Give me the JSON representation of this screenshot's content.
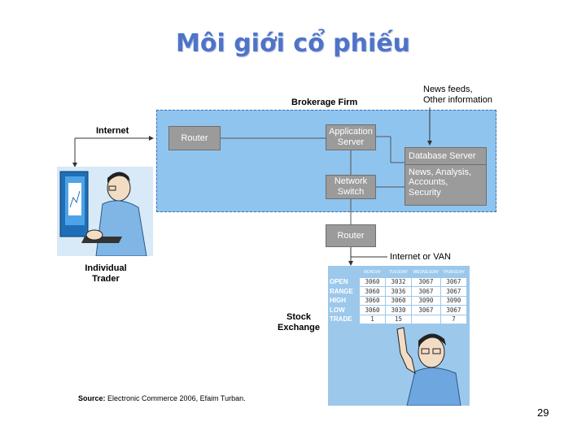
{
  "title": "Môi giới cổ phiếu",
  "diagram": {
    "brokerage_firm": "Brokerage Firm",
    "internet": "Internet",
    "news_feeds": [
      "News feeds,",
      "Other information"
    ],
    "router_top": "Router",
    "app_server": [
      "Application",
      "Server"
    ],
    "network_switch": [
      "Network",
      "Switch"
    ],
    "database_server": {
      "header": "Database Server",
      "lines": [
        "News, Analysis,",
        "Accounts,",
        "Security"
      ]
    },
    "router_bottom": "Router",
    "internet_or_van": "Internet or VAN",
    "individual_trader": [
      "Individual",
      "Trader"
    ],
    "stock_exchange": [
      "Stock",
      "Exchange"
    ],
    "quote_board": {
      "headers": [
        "MONDAY",
        "TUESDAY",
        "WEDNESDAY",
        "THURSDAY"
      ],
      "rows": [
        {
          "label": "OPEN",
          "values": [
            "3060",
            "3032",
            "3067",
            "3067"
          ]
        },
        {
          "label": "RANGE",
          "values": [
            "3060",
            "3036",
            "3067",
            "3067"
          ]
        },
        {
          "label": "HIGH",
          "values": [
            "3060",
            "3060",
            "3090",
            "3090"
          ]
        },
        {
          "label": "LOW",
          "values": [
            "3060",
            "3030",
            "3067",
            "3067"
          ]
        },
        {
          "label": "TRADE",
          "values": [
            "1",
            "15",
            "",
            "7"
          ]
        }
      ]
    }
  },
  "source": {
    "label": "Source:",
    "text": "Electronic Commerce 2006, Efaim Turban."
  },
  "page_number": "29"
}
